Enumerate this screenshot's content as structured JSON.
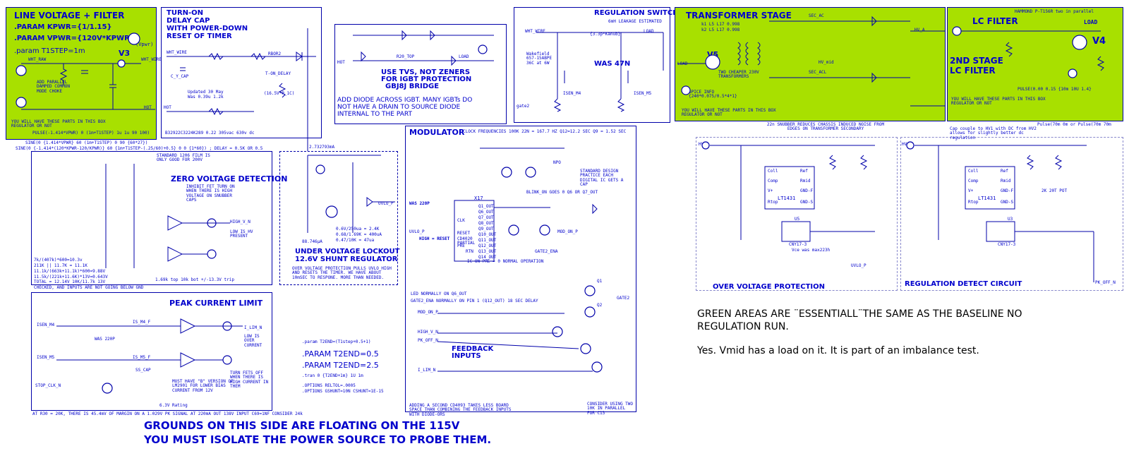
{
  "line_filter": {
    "title": "LINE VOLTAGE + FILTER",
    "param1": ".PARAM KPWR={1/1.15}",
    "param2": ".PARAM VPWR={120V*KPWR}",
    "param3": ".param T1STEP=1m",
    "sub_label": "(Vpwr)",
    "v3": "V3",
    "nodes": [
      "WHT_RAW",
      "HOT",
      "WHT_WIRE"
    ],
    "note": "ADD PARALLEL DAMPED COMMON MODE CHOKE",
    "footer": "YOU WILL HAVE THESE PARTS IN THIS BOX REGULATOR OR NOT",
    "pulse": "PULSE(-1.414*VPWR) 0 (1m+T1STEP) 1u 1u 90 100)",
    "sine1": "SINE(0 {1.414*VPWR} 60 (1m+T1STEP) 0 90 {60*27})",
    "sine2": "SINE(0 {-1.414*(120*KPWR-120/KPWR)} 60 {1m+T1STEP-(.25/60)+0.5} 0 0 {1*60}) ; DELAY = 0.5K OR 0.5"
  },
  "turn_on": {
    "title_l1": "TURN-ON",
    "title_l2": "DELAY CAP",
    "title_l3": "WITH POWER-DOWN",
    "title_l4": "RESET OF TIMER",
    "nodes": [
      "C_Y_CAP",
      "T-ON_DELAY",
      "RBOR2",
      "HOT",
      "WHT_WIRE"
    ],
    "updated": "Updated 30 May",
    "was": "Was 0.39u 1.2k",
    "vlabel": "(16.5V*P_1C)",
    "part": "B32922C3224K289 0.22 305vac 630v dc"
  },
  "tvs": {
    "nodes": [
      "R20_TOP",
      "LOAD",
      "HOT"
    ],
    "note1": "USE TVS, NOT ZENERS",
    "note2": "FOR IGBT PROTECTION",
    "note3": "GBJ8J BRIDGE",
    "note4": "ADD DIODE ACROSS IGBT. MANY IGBTs DO",
    "note5": "NOT HAVE A DRAIN TO SOURCE DIODE",
    "note6": "INTERNAL TO THE PART"
  },
  "reg_switch": {
    "title": "REGULATION SWITCH",
    "leakage": "6mH LEAKAGE ESTIMATED",
    "formula": "{3.3p*Kanub}",
    "nodes": [
      "WHT_WIRE",
      "LOAD",
      "ISEN_M4",
      "ISEN_M5",
      "gate2"
    ],
    "was": "WAS 47N",
    "wakefield": "Wakefield 657-15ABPE 36C at 6W"
  },
  "transformer": {
    "title": "TRANSFORMER STAGE",
    "k1": "k1 L5 L17 0.998",
    "k2": "k2 L5 L17 0.998",
    "nodes": [
      "SEC_AC",
      "HV_mid",
      "SEC_ACL",
      "HV_A",
      "LOAD"
    ],
    "v5": "V5",
    "note": "TWO CHEAPER 230V TRANSFORMERS",
    "spice": "SPICE INFO {240*0.075/0.5*4*1}",
    "footer": "YOU WILL HAVE THESE PARTS IN THIS BOX REGULATOR OR NOT"
  },
  "lc_filter": {
    "hammond": "HAMMOND P-T156R two in parallel",
    "title": "LC FILTER",
    "title2_l1": "2ND STAGE",
    "title2_l2": "LC FILTER",
    "load": "LOAD",
    "v4": "V4",
    "pulse": "PULSE(0.00 0.15 {10m 10U 1.4}",
    "footer": "YOU WILL HAVE THESE PARTS IN THIS BOX REGULATOR OR NOT"
  },
  "snubber_note": "22n SNUBBER REDUCES CHASSIS INDUCED NOISE FROM EDGES ON TRANSFORMER SECONDARY",
  "pulse_right": "Pulse(70m 0m or Pulse(70m 70m",
  "zero_voltage": {
    "title": "ZERO VOLTAGE DETECTION",
    "std": "STANDARD 1206 FILM IS ONLY GOOD FOR 200V",
    "inhibit": "INHIBIT FET TURN ON WHEN THERE IS HIGH VOLTAGE ON SNUBBER CAPS",
    "out": "HIGH_V_N",
    "low": "LOW IS HV PRESENT",
    "calc1": "7k/(407k)*600=10.3v",
    "calc2": "211K || 11.7K = 11.1K",
    "calc3": "11.1k/(663k+11.1k)*600=9.88V",
    "calc4": "11.5k/(221k+11.6K)*13V=0.643V",
    "calc5": "TOTAL = 12.14V 10K/11.7k 13V",
    "trip": "1.69k top 10k bot +/-13.3V trip",
    "check": "CHECKED, AND INPUTS ARE NOT GOING BELOW GND"
  },
  "uvlo": {
    "current": "2.732793mA",
    "title_l1": "UNDER VOLTAGE LOCKOUT",
    "title_l2": "12.6V SHUNT REGULATOR",
    "current2": "88.746µA",
    "calc1": "0.6V/250ua = 2.4K",
    "calc2": "0.68/1.69K = 400uA",
    "calc3": "0.47/10K = 47ua",
    "node": "UVLO_P",
    "note": "OVER VOLTAGE PROTECTION PULLS UVLO HIGH AND RESETS THE TIMER. WE HAVE ABOUT 10mSEC TO RESPONE. MORE THAN NEEDED."
  },
  "peak_current": {
    "title": "PEAK CURRENT LIMIT",
    "nodes": [
      "ISEN_M4",
      "ISEN_M5",
      "IS_M4_F",
      "IS_M5_F",
      "STOP_CLK_N",
      "SS_CAP",
      "I_LIM_N"
    ],
    "was": "WAS 220P",
    "note1": "MUST HAVE \"B\" VERSION OF LM2901 FOR LOWER BIAS CURRENT FROM 12V",
    "low": "LOW IS OVER CURRENT",
    "turn": "TURN FETS OFF WHEN THERE IS HIGH CURRENT IN THEM",
    "rating": "6.3V Rating",
    "footer": "AT R30 = 20K, THERE IS 45.4mV OF MARGIN ON A 1.029V PK SIGNAL AT 220mA OUT 138V INPUT C69=1NF CONSIDER 24k"
  },
  "params": {
    "p1": ".param T2END=(T1step+0.5+1)",
    "p2": ".PARAM T2END=0.5",
    "p3": ".PARAM T2END=2.5",
    "p4": ".tran 0 {T2END+1m} 1U 1m",
    "p5": ".OPTIONS RELTOL=.0005",
    "p6": ".OPTIONS GSHUNT=10N CSHUNT=1E-15"
  },
  "modulator": {
    "title": "MODULATOR",
    "clock": "CLOCK FREQUENCIES 100K 22N = 167.7 HZ Q12=12.2 SEC Q9 = 1.52 SEC",
    "x17": "X17",
    "ic": "CD4020 PARTIAL",
    "pins": [
      "CLK",
      "RESET",
      "PRE",
      "RTN"
    ],
    "outs": [
      "Q1_OUT",
      "Q6_OUT",
      "Q7_OUT",
      "Q8_OUT",
      "Q9_OUT",
      "Q10_OUT",
      "Q11_OUT",
      "Q12_OUT",
      "Q13_OUT",
      "Q14_OUT"
    ],
    "was": "WAS 220P",
    "blink": "BLINK_ON GOES 0 Q6 OR Q7_OUT",
    "std": "STANDARD DESIGN PRACTICE EACH DIGITAL IC GETS A CAP",
    "npo": "NPO",
    "uvlo": "UVLO_P",
    "high_reset": "HIGH = RESET",
    "ic_on": "IC ON PRE = 0  NORMAL OPERATION",
    "gate2_ena": "GATE2_ENA",
    "mod_on": "MOD_ON_P",
    "led": "LED NORMALLY ON Q6_OUT",
    "gate2_note": "GATE2_ENA NORMALLY ON PIN 1 (Q12_OUT) 18 SEC DELAY",
    "feedback_l1": "FEEDBACK",
    "feedback_l2": "INPUTS",
    "inputs": [
      "HIGH_V_N",
      "PK_OFF_N",
      "I_LIM_N"
    ],
    "gate2": "GATE2",
    "q1": "Q1",
    "q2": "Q2",
    "consider": "CONSIDER USING TWO 10K IN PARALLEL FOR C13",
    "adding": "ADDING A SECOND CD4093 TAKES LESS BOARD SPACE THAN COMBINING THE FEEDBACK INPUTS WITH DIODE-ORS"
  },
  "over_voltage": {
    "title": "OVER VOLTAGE PROTECTION",
    "hv": "HV1",
    "ic": "LT1431",
    "u5": "U5",
    "opto": "CNY17-3",
    "max": "Vce was max223h",
    "uvlo": "UVLO_P",
    "pins": [
      "Coll",
      "Ref",
      "Comp",
      "Rmid",
      "V+",
      "GND-F",
      "Rtop",
      "GND-S"
    ]
  },
  "reg_detect": {
    "title": "REGULATION DETECT CIRCUIT",
    "hv": "HV1",
    "cap_note": "Cap couple to HV1 with DC from HV2 allows for slightly better dc regulation",
    "ic": "LT1431",
    "u3": "U3",
    "opto": "CNY17-3",
    "pot": "2K 20T POT",
    "out": "PK_OFF_N",
    "pins": [
      "Coll",
      "Ref",
      "Comp",
      "Rmid",
      "V+",
      "GND-F",
      "Rtop",
      "GND-S"
    ]
  },
  "note_green": "GREEN AREAS ARE ¨ESSENTIALL¨THE SAME AS THE BASELINE NO REGULATION RUN.",
  "note_vmid": "Yes. Vmid has a load on it. It is part of an imbalance test.",
  "grounds_l1": "GROUNDS ON THIS SIDE ARE FLOATING ON THE 115V",
  "grounds_l2": "YOU MUST ISOLATE THE POWER SOURCE TO PROBE THEM."
}
